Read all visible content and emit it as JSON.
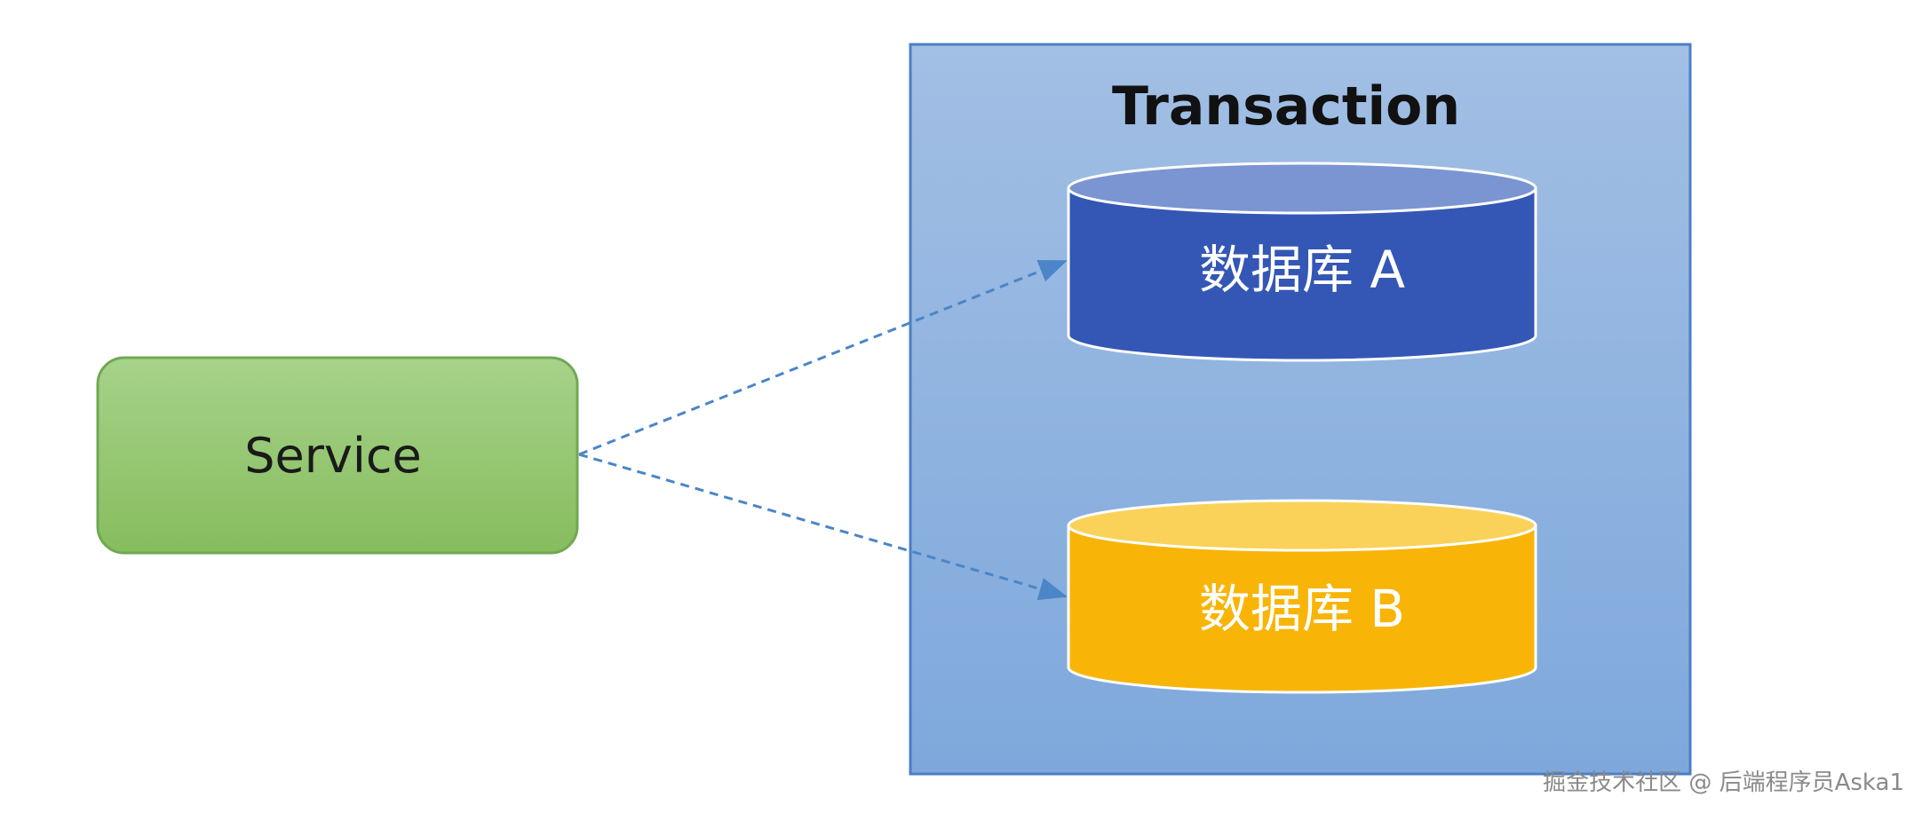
{
  "transaction": {
    "title": "Transaction",
    "fill_top": "#a2bfe4",
    "fill_bottom": "#7ea8dc",
    "border": "#4a7fc5"
  },
  "service": {
    "label": "Service",
    "fill_top": "#a7d28a",
    "fill_bottom": "#86bd5e",
    "border": "#71a852"
  },
  "databases": [
    {
      "label": "数据库 A",
      "body_color": "#3457b5",
      "top_color": "#7a95d2",
      "outline": "#ffffff"
    },
    {
      "label": "数据库 B",
      "body_color": "#f8b508",
      "top_color": "#fbd259",
      "outline": "#ffffff"
    }
  ],
  "arrows": {
    "color": "#4a86c8",
    "style": "dashed"
  },
  "watermark": "掘金技术社区 @ 后端程序员Aska1"
}
